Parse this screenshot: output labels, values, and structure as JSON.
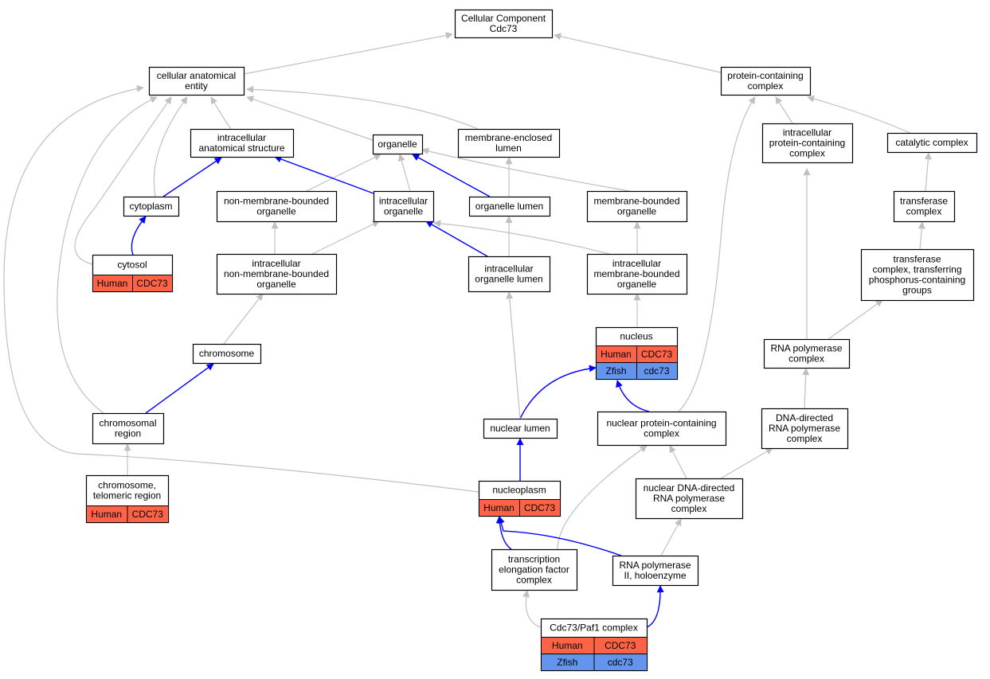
{
  "colors": {
    "human": "#ff6347",
    "zfish": "#6495ed",
    "gray_edge": "#c0c0c0",
    "blue_edge": "#0000ff"
  },
  "nodes": {
    "root": {
      "lines": [
        "Cellular Component",
        "Cdc73"
      ]
    },
    "cae": {
      "lines": [
        "cellular anatomical",
        "entity"
      ]
    },
    "pcc": {
      "lines": [
        "protein-containing",
        "complex"
      ]
    },
    "ias": {
      "lines": [
        "intracellular",
        "anatomical structure"
      ]
    },
    "organelle": {
      "lines": [
        "organelle"
      ]
    },
    "mel": {
      "lines": [
        "membrane-enclosed",
        "lumen"
      ]
    },
    "ipcc": {
      "lines": [
        "intracellular",
        "protein-containing",
        "complex"
      ]
    },
    "catcx": {
      "lines": [
        "catalytic complex"
      ]
    },
    "cytoplasm": {
      "lines": [
        "cytoplasm"
      ]
    },
    "nmbo": {
      "lines": [
        "non-membrane-bounded",
        "organelle"
      ]
    },
    "io": {
      "lines": [
        "intracellular",
        "organelle"
      ]
    },
    "olumen": {
      "lines": [
        "organelle lumen"
      ]
    },
    "mbo": {
      "lines": [
        "membrane-bounded",
        "organelle"
      ]
    },
    "tfcx": {
      "lines": [
        "transferase",
        "complex"
      ]
    },
    "cytosol": {
      "lines": [
        "cytosol"
      ],
      "human": [
        "Human",
        "CDC73"
      ]
    },
    "inmbo": {
      "lines": [
        "intracellular",
        "non-membrane-bounded",
        "organelle"
      ]
    },
    "iol": {
      "lines": [
        "intracellular",
        "organelle lumen"
      ]
    },
    "imbo": {
      "lines": [
        "intracellular",
        "membrane-bounded",
        "organelle"
      ]
    },
    "tfpcx": {
      "lines": [
        "transferase",
        "complex, transferring",
        "phosphorus-containing",
        "groups"
      ]
    },
    "chromosome": {
      "lines": [
        "chromosome"
      ]
    },
    "nucleus": {
      "lines": [
        "nucleus"
      ],
      "human": [
        "Human",
        "CDC73"
      ],
      "zfish": [
        "Zfish",
        "cdc73"
      ]
    },
    "rnapc": {
      "lines": [
        "RNA polymerase",
        "complex"
      ]
    },
    "chrreg": {
      "lines": [
        "chromosomal",
        "region"
      ]
    },
    "nlumen": {
      "lines": [
        "nuclear lumen"
      ]
    },
    "npcc": {
      "lines": [
        "nuclear protein-containing",
        "complex"
      ]
    },
    "ddrnap": {
      "lines": [
        "DNA-directed",
        "RNA polymerase",
        "complex"
      ]
    },
    "telo": {
      "lines": [
        "chromosome,",
        "telomeric region"
      ],
      "human": [
        "Human",
        "CDC73"
      ]
    },
    "nucleoplasm": {
      "lines": [
        "nucleoplasm"
      ],
      "human": [
        "Human",
        "CDC73"
      ]
    },
    "nddrnap": {
      "lines": [
        "nuclear DNA-directed",
        "RNA polymerase",
        "complex"
      ]
    },
    "tefc": {
      "lines": [
        "transcription",
        "elongation factor",
        "complex"
      ]
    },
    "rnap2": {
      "lines": [
        "RNA polymerase",
        "II, holoenzyme"
      ]
    },
    "paf1": {
      "lines": [
        "Cdc73/Paf1 complex"
      ],
      "human": [
        "Human",
        "CDC73"
      ],
      "zfish": [
        "Zfish",
        "cdc73"
      ]
    }
  },
  "edges": [
    {
      "from": "cae",
      "to": "root",
      "color": "gray"
    },
    {
      "from": "pcc",
      "to": "root",
      "color": "gray"
    },
    {
      "from": "ias",
      "to": "cae",
      "color": "gray"
    },
    {
      "from": "organelle",
      "to": "cae",
      "color": "gray"
    },
    {
      "from": "mel",
      "to": "cae",
      "color": "gray"
    },
    {
      "from": "ipcc",
      "to": "pcc",
      "color": "gray"
    },
    {
      "from": "catcx",
      "to": "pcc",
      "color": "gray"
    },
    {
      "from": "cytoplasm",
      "to": "ias",
      "color": "blue"
    },
    {
      "from": "cytoplasm",
      "to": "cae",
      "color": "gray"
    },
    {
      "from": "nmbo",
      "to": "organelle",
      "color": "gray"
    },
    {
      "from": "io",
      "to": "ias",
      "color": "blue"
    },
    {
      "from": "io",
      "to": "organelle",
      "color": "gray"
    },
    {
      "from": "olumen",
      "to": "organelle",
      "color": "blue"
    },
    {
      "from": "olumen",
      "to": "mel",
      "color": "gray"
    },
    {
      "from": "mbo",
      "to": "organelle",
      "color": "gray"
    },
    {
      "from": "tfcx",
      "to": "catcx",
      "color": "gray"
    },
    {
      "from": "cytosol",
      "to": "cytoplasm",
      "color": "blue"
    },
    {
      "from": "cytosol",
      "to": "cae",
      "color": "gray"
    },
    {
      "from": "inmbo",
      "to": "nmbo",
      "color": "gray"
    },
    {
      "from": "inmbo",
      "to": "io",
      "color": "gray"
    },
    {
      "from": "iol",
      "to": "io",
      "color": "blue"
    },
    {
      "from": "iol",
      "to": "olumen",
      "color": "gray"
    },
    {
      "from": "imbo",
      "to": "io",
      "color": "gray"
    },
    {
      "from": "imbo",
      "to": "mbo",
      "color": "gray"
    },
    {
      "from": "tfpcx",
      "to": "tfcx",
      "color": "gray"
    },
    {
      "from": "chromosome",
      "to": "inmbo",
      "color": "gray"
    },
    {
      "from": "nucleus",
      "to": "imbo",
      "color": "gray"
    },
    {
      "from": "rnapc",
      "to": "ipcc",
      "color": "gray"
    },
    {
      "from": "rnapc",
      "to": "tfpcx",
      "color": "gray"
    },
    {
      "from": "chrreg",
      "to": "chromosome",
      "color": "blue"
    },
    {
      "from": "chrreg",
      "to": "cae",
      "color": "gray"
    },
    {
      "from": "nlumen",
      "to": "nucleus",
      "color": "blue"
    },
    {
      "from": "nlumen",
      "to": "iol",
      "color": "gray"
    },
    {
      "from": "npcc",
      "to": "nucleus",
      "color": "blue"
    },
    {
      "from": "npcc",
      "to": "pcc",
      "color": "gray"
    },
    {
      "from": "ddrnap",
      "to": "rnapc",
      "color": "gray"
    },
    {
      "from": "telo",
      "to": "chrreg",
      "color": "gray"
    },
    {
      "from": "nucleoplasm",
      "to": "nlumen",
      "color": "blue"
    },
    {
      "from": "nucleoplasm",
      "to": "cae",
      "color": "gray"
    },
    {
      "from": "nddrnap",
      "to": "npcc",
      "color": "gray"
    },
    {
      "from": "nddrnap",
      "to": "ddrnap",
      "color": "gray"
    },
    {
      "from": "tefc",
      "to": "nucleoplasm",
      "color": "blue"
    },
    {
      "from": "tefc",
      "to": "npcc",
      "color": "gray"
    },
    {
      "from": "rnap2",
      "to": "nucleoplasm",
      "color": "blue"
    },
    {
      "from": "rnap2",
      "to": "nddrnap",
      "color": "gray"
    },
    {
      "from": "paf1",
      "to": "tefc",
      "color": "gray"
    },
    {
      "from": "paf1",
      "to": "rnap2",
      "color": "blue"
    }
  ]
}
